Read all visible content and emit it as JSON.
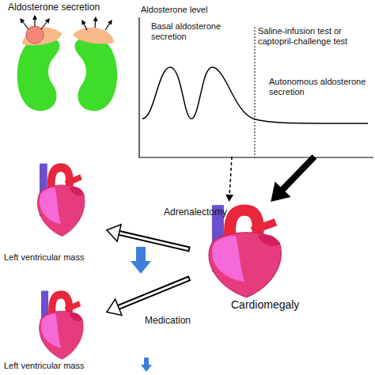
{
  "diagram": {
    "nodes": [
      {
        "text": [
          "Basal aldosterone secretion"
        ]
      },
      {
        "text": [
          "Autonomous aldosterone secretion"
        ]
      },
      {
        "text": [
          "Cardiomegaly"
        ]
      },
      {
        "text": [
          "Left ventricular mass"
        ]
      },
      {
        "text": [
          "Left ventricular mass"
        ]
      }
    ],
    "edges": [
      {
        "from": 0,
        "to": 2,
        "arrow": "to"
      },
      {
        "from": 1,
        "to": 2,
        "arrow": "to"
      },
      {
        "from": 2,
        "to": 3,
        "label": "Adrenalectomy",
        "arrow": "to"
      },
      {
        "from": 2,
        "to": 4,
        "label": "Medication",
        "arrow": "to"
      }
    ],
    "labels": [
      "Aldosterone secretion",
      "Aldosterone level",
      "Saline-infusion test or captopril-challenge test"
    ]
  }
}
